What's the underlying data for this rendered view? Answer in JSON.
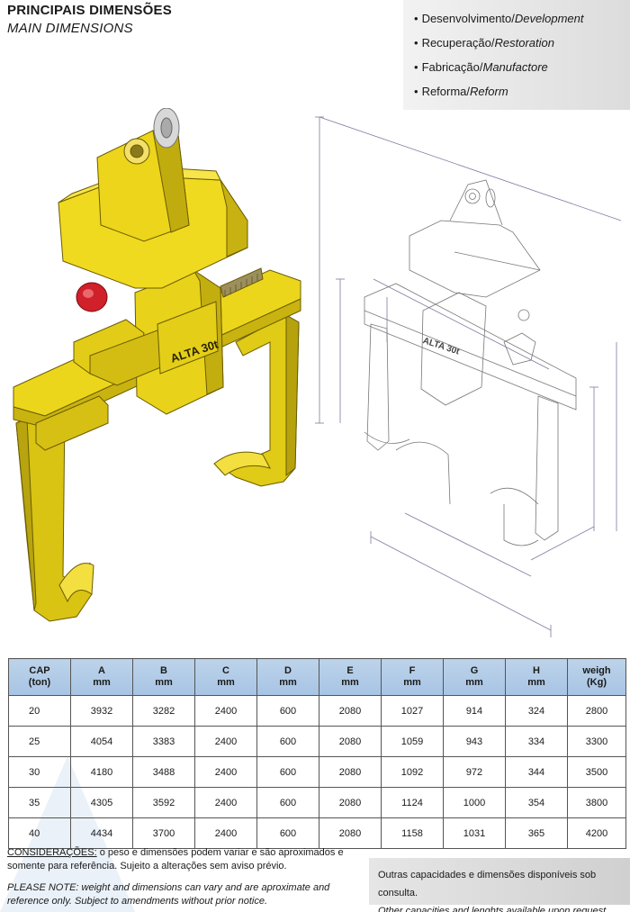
{
  "header": {
    "title": "PRINCIPAIS DIMENSÕES",
    "subtitle": "MAIN DIMENSIONS"
  },
  "services": [
    {
      "pt": "Desenvolvimento",
      "en": "Development"
    },
    {
      "pt": "Recuperação",
      "en": "Restoration"
    },
    {
      "pt": "Fabricação",
      "en": "Manufactore"
    },
    {
      "pt": "Reforma",
      "en": "Reform"
    }
  ],
  "machine": {
    "label": "ALTA 30t",
    "drawing_label": "ALTA 30t"
  },
  "colors": {
    "machine_yellow": "#e8d21a",
    "header_blue": "#a9c6e6",
    "red_motor": "#d0202a"
  },
  "table": {
    "headers": [
      {
        "top": "CAP",
        "bottom": "(ton)"
      },
      {
        "top": "A",
        "bottom": "mm"
      },
      {
        "top": "B",
        "bottom": "mm"
      },
      {
        "top": "C",
        "bottom": "mm"
      },
      {
        "top": "D",
        "bottom": "mm"
      },
      {
        "top": "E",
        "bottom": "mm"
      },
      {
        "top": "F",
        "bottom": "mm"
      },
      {
        "top": "G",
        "bottom": "mm"
      },
      {
        "top": "H",
        "bottom": "mm"
      },
      {
        "top": "weigh",
        "bottom": "(Kg)"
      }
    ],
    "rows": [
      [
        "20",
        "3932",
        "3282",
        "2400",
        "600",
        "2080",
        "1027",
        "914",
        "324",
        "2800"
      ],
      [
        "25",
        "4054",
        "3383",
        "2400",
        "600",
        "2080",
        "1059",
        "943",
        "334",
        "3300"
      ],
      [
        "30",
        "4180",
        "3488",
        "2400",
        "600",
        "2080",
        "1092",
        "972",
        "344",
        "3500"
      ],
      [
        "35",
        "4305",
        "3592",
        "2400",
        "600",
        "2080",
        "1124",
        "1000",
        "354",
        "3800"
      ],
      [
        "40",
        "4434",
        "3700",
        "2400",
        "600",
        "2080",
        "1158",
        "1031",
        "365",
        "4200"
      ]
    ]
  },
  "notes": {
    "pt_lead": "CONSIDERAÇÕES:",
    "pt_text": " o peso e dimensões podem variar e são aproximados e somente para referência. Sujeito a alterações sem aviso prévio.",
    "en_text": "PLEASE NOTE: weight and dimensions can vary and are aproximate and reference only. Subject to amendments without prior notice."
  },
  "other": {
    "pt": "Outras capacidades e dimensões disponíveis sob consulta.",
    "en": "Other capacities and lenghts available upon request."
  }
}
